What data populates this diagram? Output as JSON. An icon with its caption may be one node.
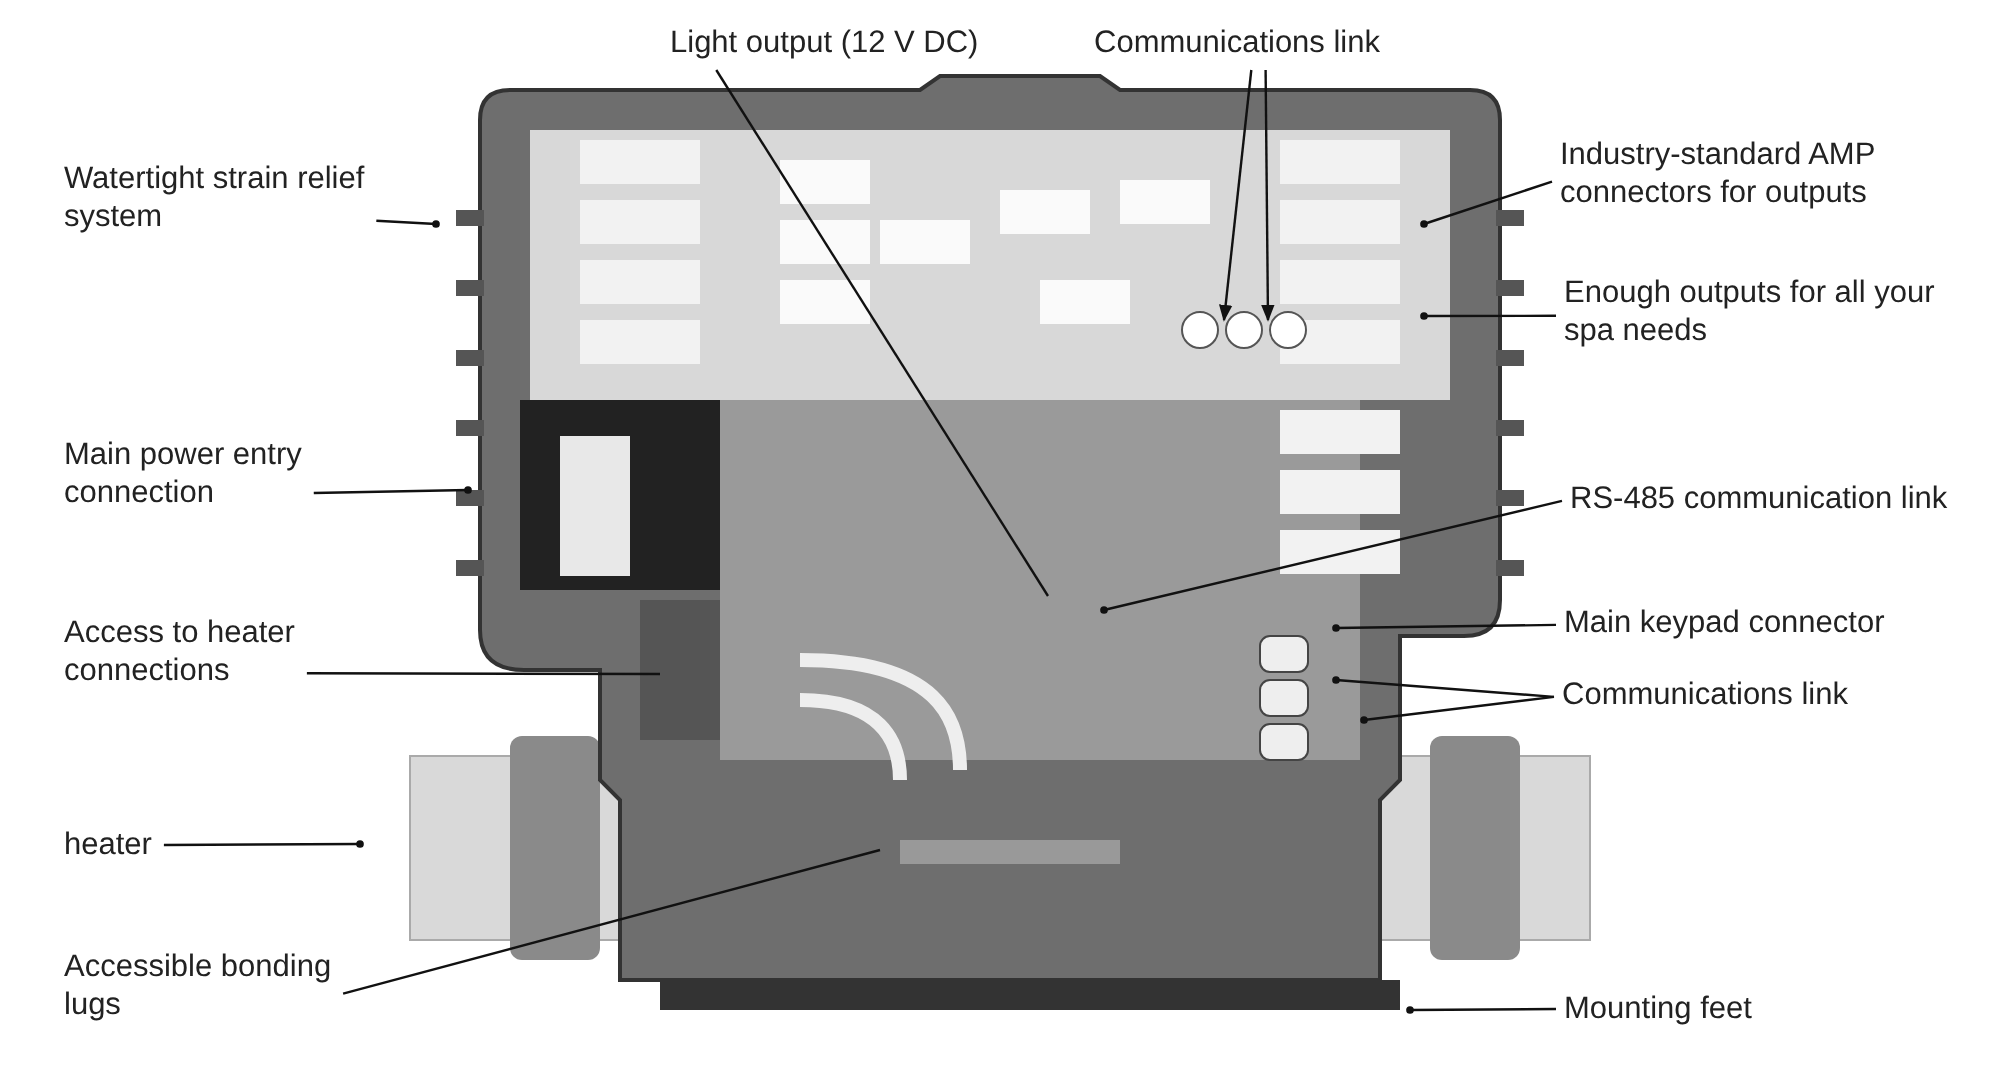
{
  "diagram": {
    "nodes": [
      {
        "text": [
          "Light output (12 V DC)"
        ]
      },
      {
        "text": [
          "Communications link"
        ]
      },
      {
        "text": [
          "Watertight strain relief system"
        ]
      },
      {
        "text": [
          "Industry-standard AMP connectors for outputs"
        ]
      },
      {
        "text": [
          "Enough outputs for all your spa needs"
        ]
      },
      {
        "text": [
          "Main power entry connection"
        ]
      },
      {
        "text": [
          "RS-485 communication link"
        ]
      },
      {
        "text": [
          "Access to heater connections"
        ]
      },
      {
        "text": [
          "Main keypad connector"
        ]
      },
      {
        "text": [
          "Communications link"
        ]
      },
      {
        "text": [
          "heater"
        ]
      },
      {
        "text": [
          "Accessible bonding lugs"
        ]
      },
      {
        "text": [
          "Mounting feet"
        ]
      }
    ],
    "edges": [
      {
        "from": 0,
        "to": null,
        "arrow": "none"
      },
      {
        "from": 1,
        "to": null,
        "arrow": "to"
      },
      {
        "from": 1,
        "to": null,
        "arrow": "to"
      },
      {
        "from": 2,
        "to": null,
        "arrow": "other"
      },
      {
        "from": 3,
        "to": null,
        "arrow": "other"
      },
      {
        "from": 4,
        "to": null,
        "arrow": "other"
      },
      {
        "from": 5,
        "to": null,
        "arrow": "other"
      },
      {
        "from": 6,
        "to": null,
        "arrow": "other"
      },
      {
        "from": 7,
        "to": null,
        "arrow": "none"
      },
      {
        "from": 8,
        "to": null,
        "arrow": "other"
      },
      {
        "from": 9,
        "to": null,
        "arrow": "other"
      },
      {
        "from": 9,
        "to": null,
        "arrow": "other"
      },
      {
        "from": 10,
        "to": null,
        "arrow": "other"
      },
      {
        "from": 11,
        "to": null,
        "arrow": "none"
      },
      {
        "from": 12,
        "to": null,
        "arrow": "other"
      }
    ]
  }
}
